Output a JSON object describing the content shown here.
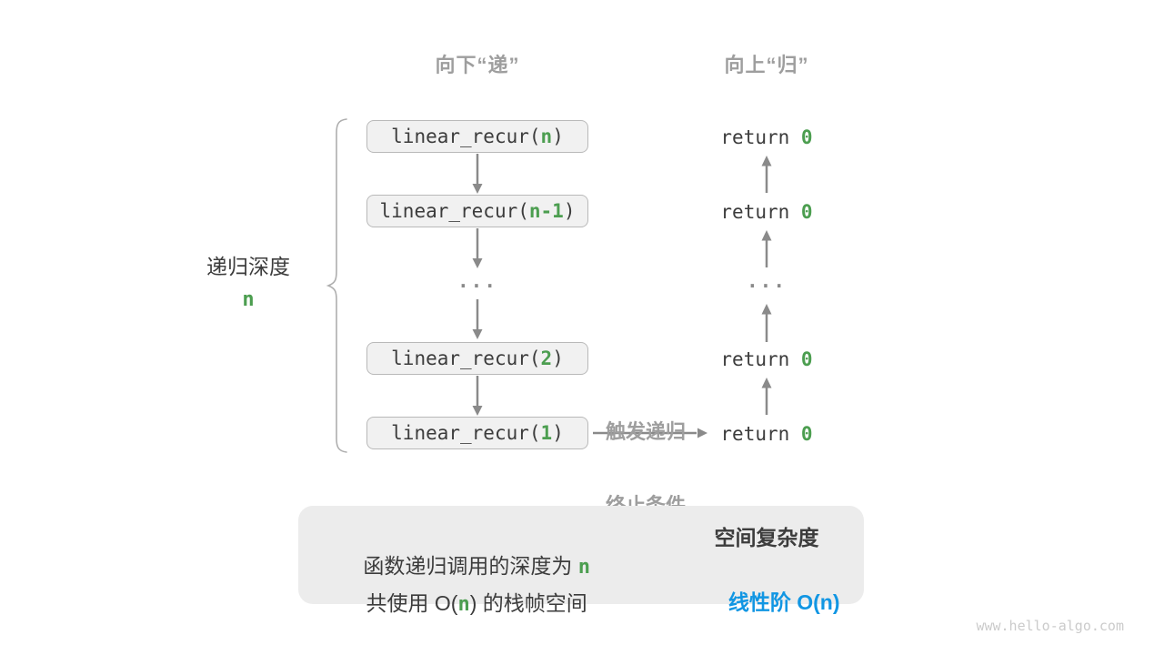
{
  "headers": {
    "down": "向下“递”",
    "up": "向上“归”"
  },
  "depth": {
    "label": "递归深度",
    "value": "n"
  },
  "calls": [
    {
      "pre": "linear_recur(",
      "arg": "n",
      "post": ")"
    },
    {
      "pre": "linear_recur(",
      "arg": "n-1",
      "post": ")"
    },
    {
      "pre": "linear_recur(",
      "arg": "2",
      "post": ")"
    },
    {
      "pre": "linear_recur(",
      "arg": "1",
      "post": ")"
    }
  ],
  "returns": [
    {
      "pre": "return ",
      "val": "0"
    },
    {
      "pre": "return ",
      "val": "0"
    },
    {
      "pre": "return ",
      "val": "0"
    },
    {
      "pre": "return ",
      "val": "0"
    }
  ],
  "ellipsis": "...",
  "termination_note": {
    "line1": "触发递归",
    "line2": "终止条件"
  },
  "summary": {
    "line1_text": "函数递归调用的深度为 ",
    "line1_var": "n",
    "line2_pre": "共使用 O(",
    "line2_var": "n",
    "line2_post": ") 的栈帧空间",
    "right_title": "空间复杂度",
    "right_pre": "线性阶 O(",
    "right_var": "n",
    "right_post": ")"
  },
  "watermark": "www.hello-algo.com",
  "colors": {
    "accent_green": "#4c9e50",
    "accent_blue": "#1196e3",
    "gray_label": "#9e9e9e",
    "arrow_gray": "#8a8a8a",
    "box_fill": "#f1f1f1",
    "box_border": "#b9b9b9",
    "summary_fill": "#ececec",
    "text_dark": "#3c3c3c"
  }
}
